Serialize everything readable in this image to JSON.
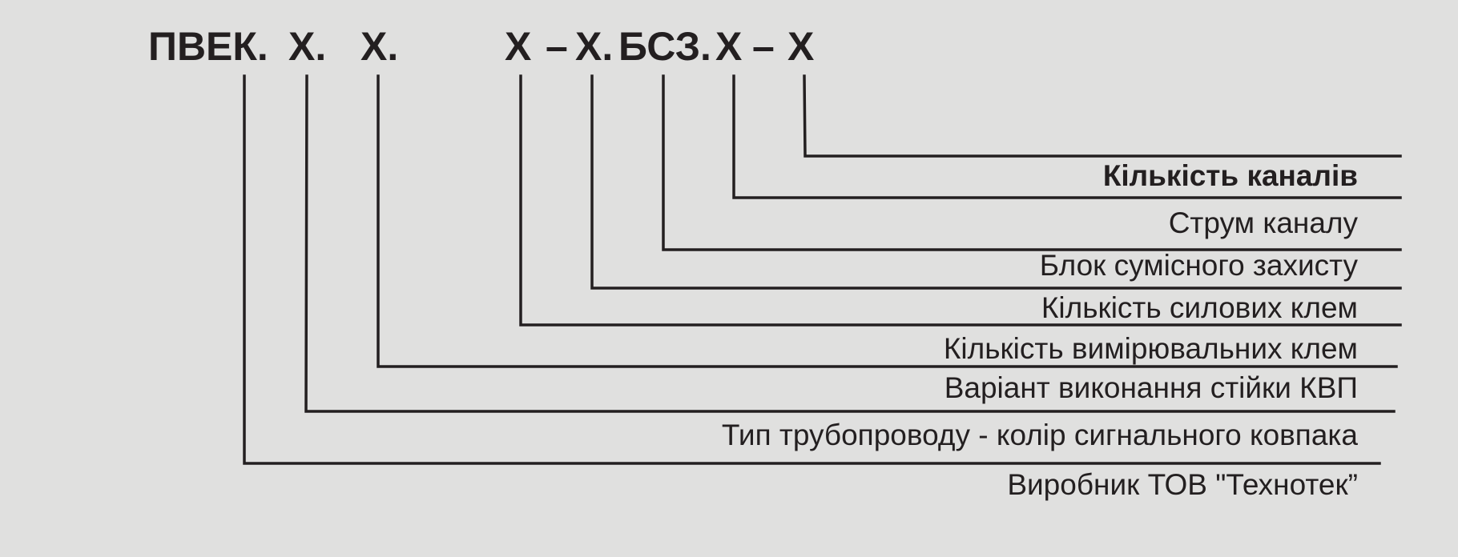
{
  "code": {
    "prefix": "ПВЕК.",
    "x1": "Х.",
    "x2": "Х.",
    "x3": "Х",
    "dash1": "–",
    "x4": "Х.",
    "bsz": "БСЗ.",
    "x5": "Х",
    "dash2": "–",
    "x6": "Х"
  },
  "labels": {
    "channels_count": "Кількість каналів",
    "channel_current": "Струм каналу",
    "protection_block": "Блок сумісного захисту",
    "power_terminals": "Кількість силових клем",
    "measuring_terminals": "Кількість вимірювальних клем",
    "rack_variant": "Варіант виконання стійки КВП",
    "pipeline_type": "Тип трубопроводу - колір сигнального ковпака",
    "manufacturer": "Виробник ТОВ \"Технотек”"
  },
  "colors": {
    "background": "#e0e0df",
    "ink": "#231f20"
  }
}
